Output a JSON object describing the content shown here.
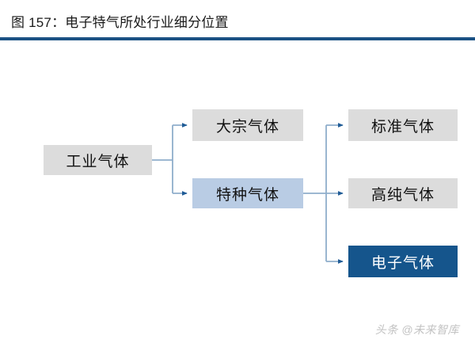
{
  "header": {
    "title": "图 157：电子特气所处行业细分位置",
    "rule_color": "#1b5184"
  },
  "diagram": {
    "type": "tree",
    "colors": {
      "box_gray": "#dcdcdc",
      "box_light_blue": "#b9cce4",
      "box_navy": "#15558c",
      "connector_line": "#8faecb",
      "arrow_head": "#1f5b96",
      "text_dark": "#121212",
      "text_light": "#ffffff"
    },
    "nodes": [
      {
        "id": "industrial",
        "label": "工业气体",
        "level": 1,
        "style": "gray"
      },
      {
        "id": "bulk",
        "label": "大宗气体",
        "level": 2,
        "style": "gray"
      },
      {
        "id": "specialty",
        "label": "特种气体",
        "level": 2,
        "style": "lightblue"
      },
      {
        "id": "standard",
        "label": "标准气体",
        "level": 3,
        "style": "gray"
      },
      {
        "id": "highpurity",
        "label": "高纯气体",
        "level": 3,
        "style": "gray"
      },
      {
        "id": "electronic",
        "label": "电子气体",
        "level": 3,
        "style": "navy"
      }
    ],
    "edges": [
      {
        "from": "industrial",
        "to": "bulk"
      },
      {
        "from": "industrial",
        "to": "specialty"
      },
      {
        "from": "specialty",
        "to": "standard"
      },
      {
        "from": "specialty",
        "to": "highpurity"
      },
      {
        "from": "specialty",
        "to": "electronic"
      }
    ]
  },
  "watermark": {
    "text": "头条 @未来智库"
  }
}
